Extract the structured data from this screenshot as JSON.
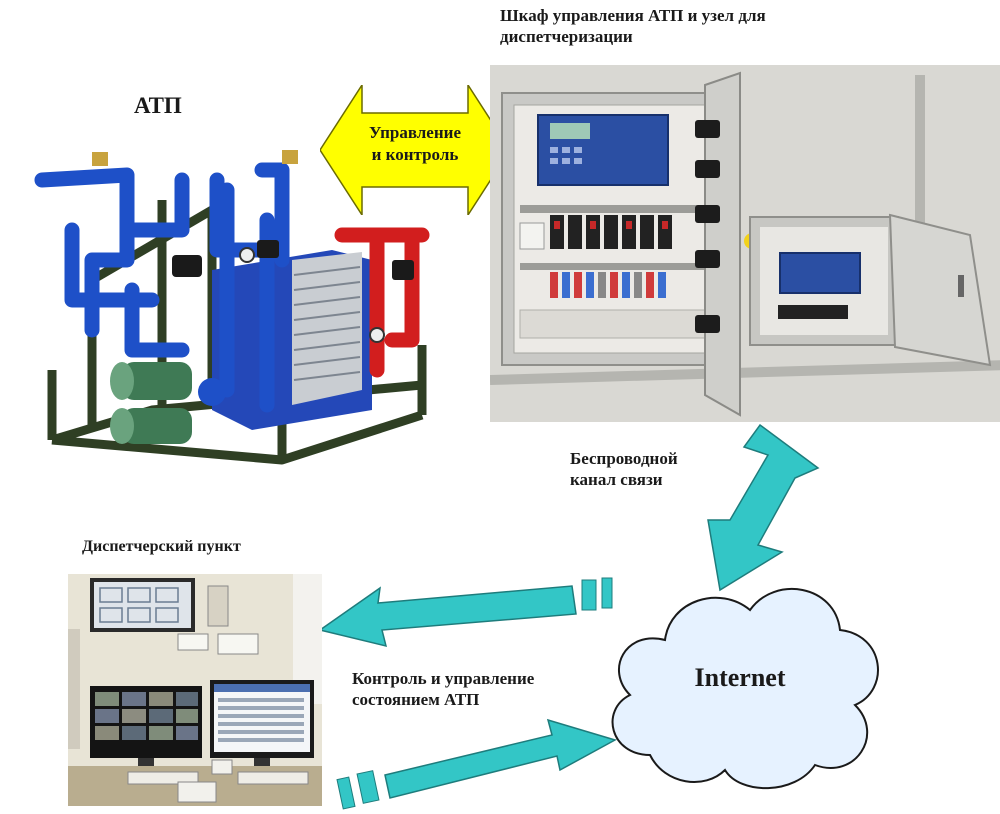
{
  "labels": {
    "atp": "АТП",
    "cabinet": [
      "Шкаф управления АТП и узел для",
      "диспетчеризации"
    ],
    "control_arrow": [
      "Управление",
      "и контроль"
    ],
    "wireless": [
      "Беспроводной",
      "канал связи"
    ],
    "dispatch": "Диспетчерский пункт",
    "state_control": [
      "Контроль и управление",
      "состоянием АТП"
    ],
    "internet": "Internet"
  },
  "colors": {
    "arrow_yellow": "#ffff00",
    "arrow_teal": "#33c6c6",
    "cloud_fill": "#e6f2ff",
    "pipe_blue": "#1e50c8",
    "pipe_red": "#d21e1e",
    "frame_green": "#2f3f24"
  },
  "icons": {
    "atp_photo": "heat-unit-photo",
    "cabinet_photo": "control-cabinet-photo",
    "dispatch_photo": "dispatch-room-photo",
    "cloud": "internet-cloud-icon"
  }
}
